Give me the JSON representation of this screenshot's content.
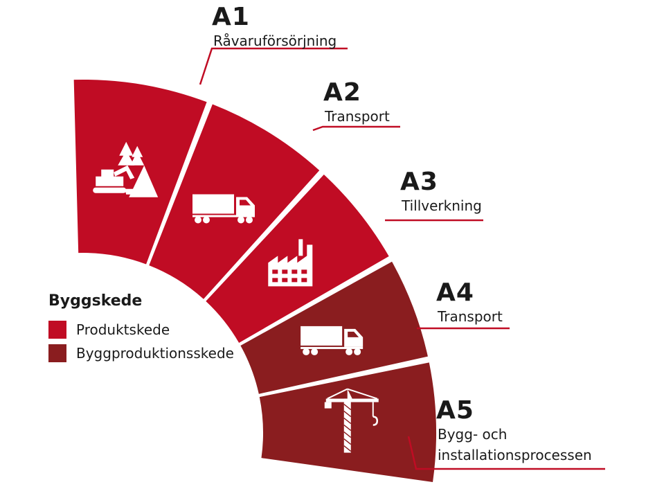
{
  "colors": {
    "produkt": "#c00c24",
    "byggproduktion": "#8a1d1f",
    "leader": "#c00c24",
    "icon": "#ffffff",
    "text": "#1a1a1a"
  },
  "stages": [
    {
      "code": "A1",
      "label": [
        "Råvaruförsörjning"
      ],
      "phase": "produkt",
      "icon": "raw-material-extraction-icon"
    },
    {
      "code": "A2",
      "label": [
        "Transport"
      ],
      "phase": "produkt",
      "icon": "truck-icon"
    },
    {
      "code": "A3",
      "label": [
        "Tillverkning"
      ],
      "phase": "produkt",
      "icon": "factory-icon"
    },
    {
      "code": "A4",
      "label": [
        "Transport"
      ],
      "phase": "byggproduktion",
      "icon": "truck-icon"
    },
    {
      "code": "A5",
      "label": [
        "Bygg- och",
        "installationsprocessen"
      ],
      "phase": "byggproduktion",
      "icon": "crane-icon"
    }
  ],
  "legend": {
    "title": "Byggskede",
    "items": [
      {
        "label": "Produktskede",
        "phase": "produkt"
      },
      {
        "label": "Byggproduktionsskede",
        "phase": "byggproduktion"
      }
    ]
  }
}
